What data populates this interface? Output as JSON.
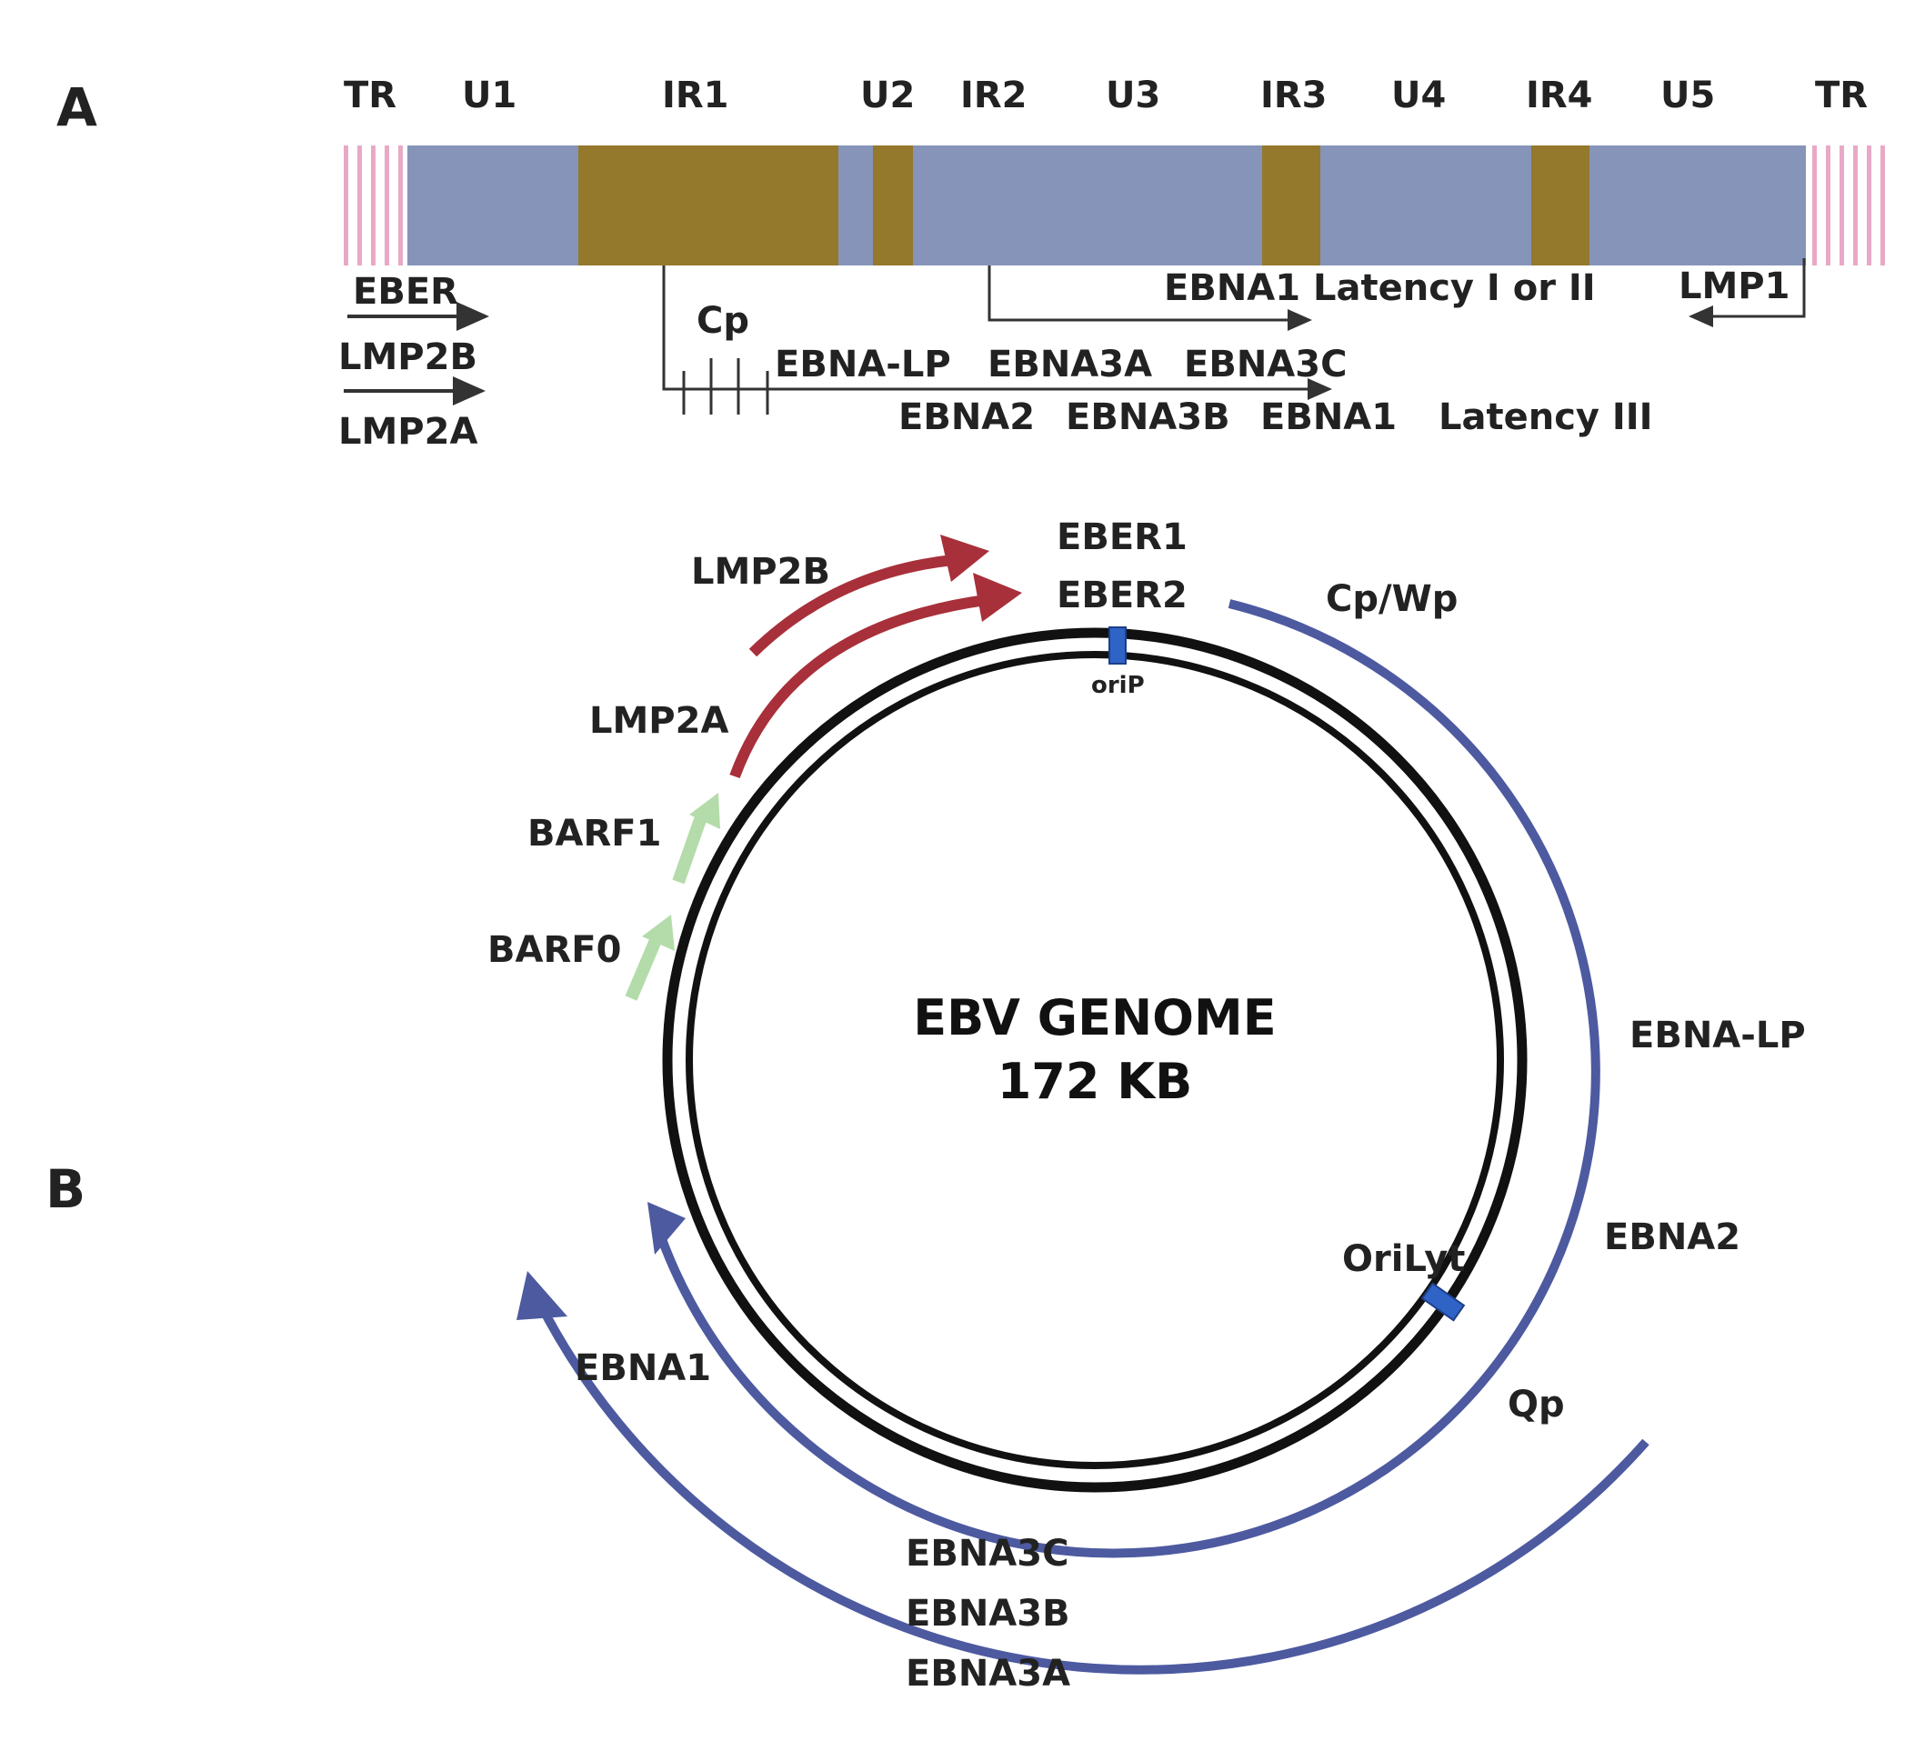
{
  "colors": {
    "unique_region": "#8594b8",
    "repeat_region": "#94782c",
    "terminal_repeat": "#e8a9c6",
    "line": "#333333",
    "lmp2_arrows": "#a8303a",
    "barf_arrows": "#b4dcaa",
    "ebna_arcs": "#4d5aa0",
    "ori_marker": "#2f63c6",
    "genome_ring": "#111111"
  },
  "panel_a": {
    "letter": "A",
    "region_labels": [
      "TR",
      "U1",
      "IR1",
      "U2",
      "IR2",
      "U3",
      "IR3",
      "U4",
      "IR4",
      "U5",
      "TR"
    ],
    "genes": {
      "eber": "EBER",
      "lmp2b": "LMP2B",
      "lmp2a": "LMP2A",
      "cp": "Cp",
      "ebna1_latency": "EBNA1 Latency I or II",
      "lmp1": "LMP1",
      "ebna_lp": "EBNA-LP",
      "ebna3a": "EBNA3A",
      "ebna3c": "EBNA3C",
      "ebna2": "EBNA2",
      "ebna3b": "EBNA3B",
      "ebna1": "EBNA1",
      "latency3": "Latency III"
    }
  },
  "panel_b": {
    "letter": "B",
    "title_line1": "EBV GENOME",
    "title_line2": "172 KB",
    "labels": {
      "eber1": "EBER1",
      "eber2": "EBER2",
      "cpwp": "Cp/Wp",
      "lmp2b": "LMP2B",
      "lmp2a": "LMP2A",
      "barf1": "BARF1",
      "barf0": "BARF0",
      "orip": "oriP",
      "ebna_lp": "EBNA-LP",
      "ebna2": "EBNA2",
      "orilyt": "OriLyt",
      "qp": "Qp",
      "ebna1": "EBNA1",
      "ebna3c": "EBNA3C",
      "ebna3b": "EBNA3B",
      "ebna3a": "EBNA3A"
    }
  }
}
